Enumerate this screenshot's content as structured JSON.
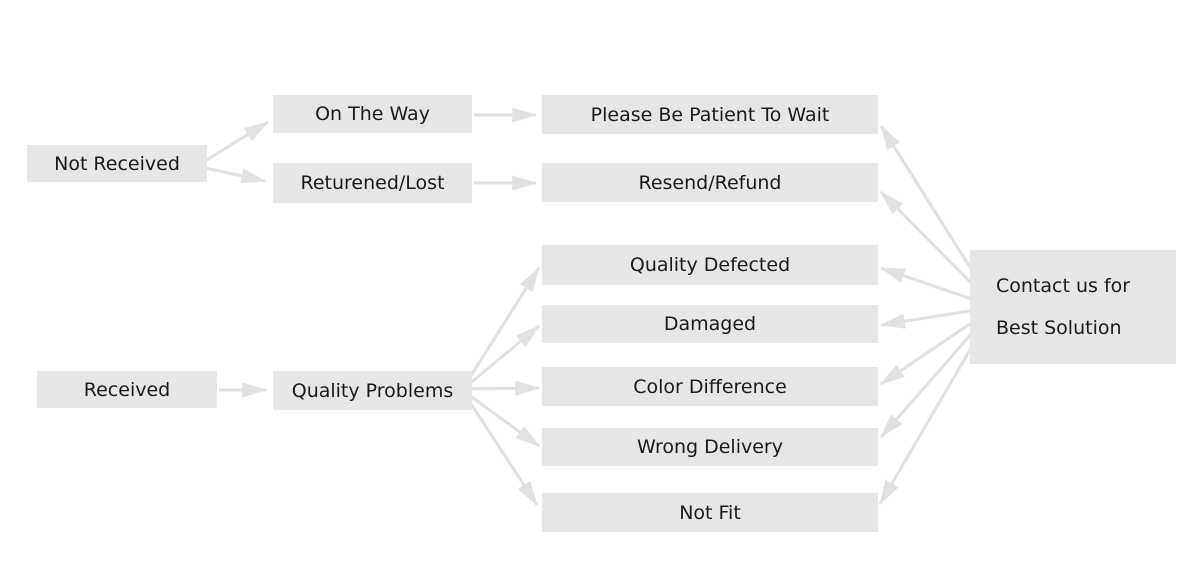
{
  "nodes": {
    "not_received": {
      "label": "Not Received"
    },
    "on_the_way": {
      "label": "On The Way"
    },
    "returened_lost": {
      "label": "Returened/Lost"
    },
    "please_wait": {
      "label": "Please Be Patient To Wait"
    },
    "resend_refund": {
      "label": "Resend/Refund"
    },
    "received": {
      "label": "Received"
    },
    "quality_problems": {
      "label": "Quality Problems"
    },
    "quality_defected": {
      "label": "Quality Defected"
    },
    "damaged": {
      "label": "Damaged"
    },
    "color_difference": {
      "label": "Color Difference"
    },
    "wrong_delivery": {
      "label": "Wrong Delivery"
    },
    "not_fit": {
      "label": "Not Fit"
    },
    "contact": {
      "line1": "Contact us for",
      "line2": "Best Solution"
    }
  },
  "edges": [
    {
      "from": "not_received",
      "to": "on_the_way"
    },
    {
      "from": "not_received",
      "to": "returened_lost"
    },
    {
      "from": "on_the_way",
      "to": "please_wait"
    },
    {
      "from": "returened_lost",
      "to": "resend_refund"
    },
    {
      "from": "received",
      "to": "quality_problems"
    },
    {
      "from": "quality_problems",
      "to": "quality_defected"
    },
    {
      "from": "quality_problems",
      "to": "damaged"
    },
    {
      "from": "quality_problems",
      "to": "color_difference"
    },
    {
      "from": "quality_problems",
      "to": "wrong_delivery"
    },
    {
      "from": "quality_problems",
      "to": "not_fit"
    },
    {
      "from": "contact",
      "to": "please_wait"
    },
    {
      "from": "contact",
      "to": "resend_refund"
    },
    {
      "from": "contact",
      "to": "quality_defected"
    },
    {
      "from": "contact",
      "to": "damaged"
    },
    {
      "from": "contact",
      "to": "color_difference"
    },
    {
      "from": "contact",
      "to": "wrong_delivery"
    },
    {
      "from": "contact",
      "to": "not_fit"
    }
  ],
  "colors": {
    "background": "#ffffff",
    "box_fill": "#e6e6e6",
    "arrow": "#e1e1e1",
    "text": "#1a1a1a"
  }
}
